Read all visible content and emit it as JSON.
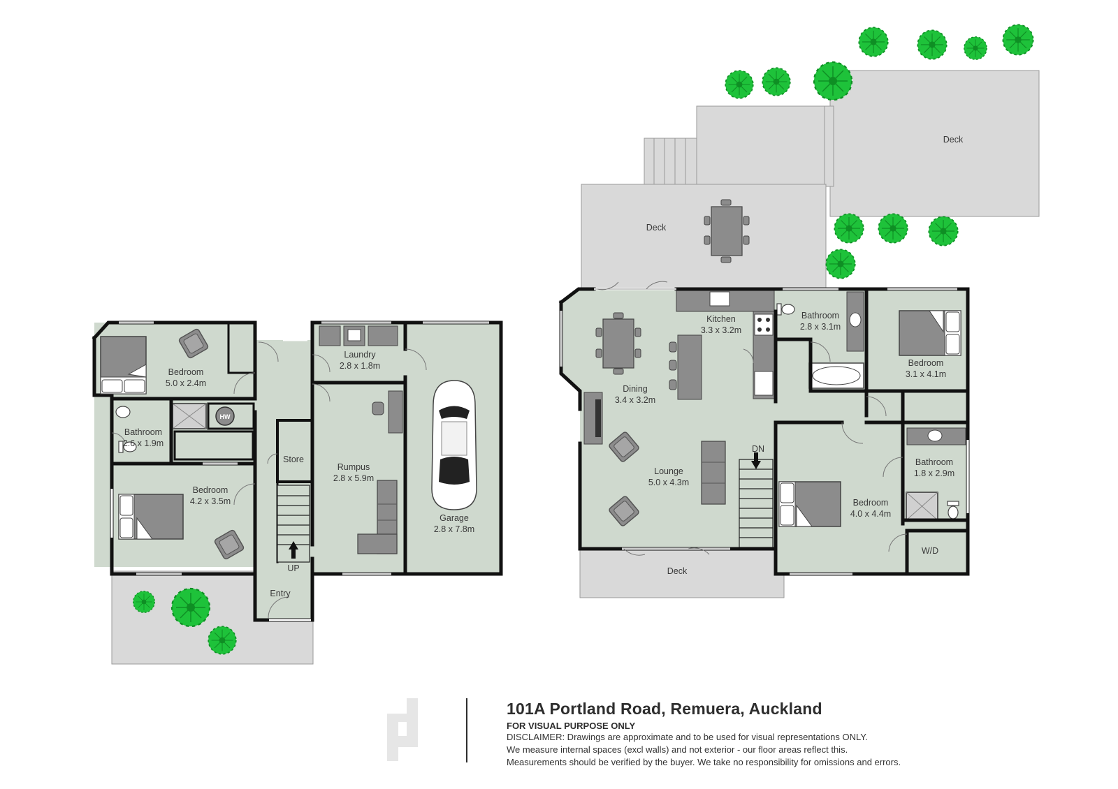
{
  "footer": {
    "address": "101A Portland Road, Remuera, Auckland",
    "subtitle": "FOR VISUAL PURPOSE ONLY",
    "disclaimer_lines": [
      "DISCLAIMER:  Drawings are approximate and to be used for visual representations ONLY.",
      "We measure internal spaces (excl walls) and not exterior - our floor areas reflect this.",
      "Measurements should be verified by the buyer. We take no responsibility for omissions and errors."
    ]
  },
  "lower_floor": {
    "bedroom_1": {
      "name": "Bedroom",
      "size": "5.0  x  2.4m"
    },
    "bathroom": {
      "name": "Bathroom",
      "size": "2.6  x  1.9m"
    },
    "hw_label": "HW",
    "bedroom_2": {
      "name": "Bedroom",
      "size": "4.2  x  3.5m"
    },
    "laundry": {
      "name": "Laundry",
      "size": "2.8  x  1.8m"
    },
    "rumpus": {
      "name": "Rumpus",
      "size": "2.8  x  5.9m"
    },
    "garage": {
      "name": "Garage",
      "size": "2.8  x  7.8m"
    },
    "store": "Store",
    "up": "UP",
    "entry": "Entry"
  },
  "upper_floor": {
    "deck_top": "Deck",
    "deck_mid": "Deck",
    "deck_bottom": "Deck",
    "kitchen": {
      "name": "Kitchen",
      "size": "3.3  x  3.2m"
    },
    "bathroom_1": {
      "name": "Bathroom",
      "size": "2.8  x  3.1m"
    },
    "bedroom_1": {
      "name": "Bedroom",
      "size": "3.1  x  4.1m"
    },
    "dining": {
      "name": "Dining",
      "size": "3.4  x  3.2m"
    },
    "lounge": {
      "name": "Lounge",
      "size": "5.0  x  4.3m"
    },
    "dn": "DN",
    "bedroom_2": {
      "name": "Bedroom",
      "size": "4.0  x  4.4m"
    },
    "bathroom_2": {
      "name": "Bathroom",
      "size": "1.8  x  2.9m"
    },
    "wd": "W/D"
  },
  "colors": {
    "room_fill": "#cfd9ce",
    "deck_fill": "#d9d9d9",
    "wall": "#111111",
    "furniture": "#8c8c8c",
    "tree": "#1ec23a",
    "logo": "#e6e6e6"
  }
}
